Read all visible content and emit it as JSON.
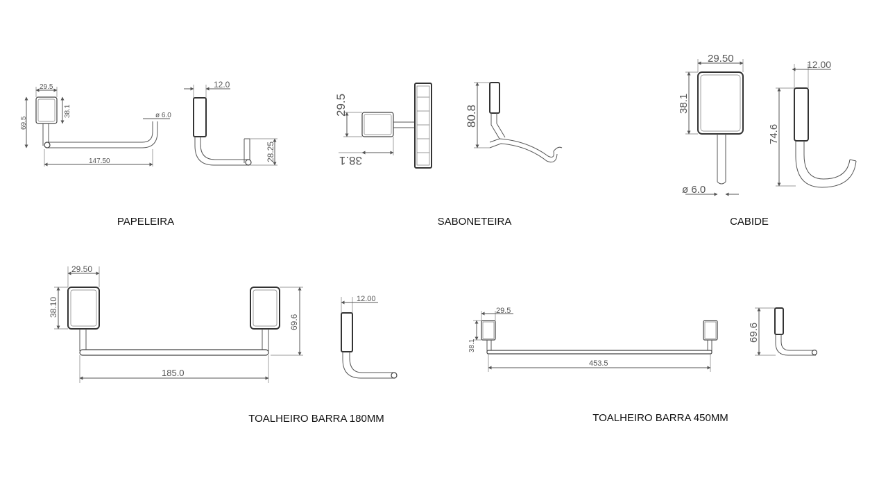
{
  "captions": {
    "papeleira": "PAPELEIRA",
    "saboneteira": "SABONETEIRA",
    "cabide": "CABIDE",
    "toalheiro_180": "TOALHEIRO BARRA 180MM",
    "toalheiro_450": "TOALHEIRO BARRA 450MM"
  },
  "dims": {
    "papeleira": {
      "width": "29.5",
      "height_base": "38.1",
      "height_total": "69.5",
      "diameter": "ø 6.0",
      "length": "147.50",
      "depth": "12.0",
      "drop": "28.25"
    },
    "saboneteira": {
      "height": "29.5",
      "width": "38.1",
      "depth": "80.8"
    },
    "cabide": {
      "width": "29.50",
      "height": "38.1",
      "depth": "12.00",
      "total": "74.6",
      "diameter": "ø  6.0"
    },
    "toalheiro_180": {
      "width": "29.50",
      "height": "38.10",
      "total": "69.6",
      "length": "185.0",
      "depth": "12.00"
    },
    "toalheiro_450": {
      "width": "29.5",
      "height": "38.1",
      "length": "453.5",
      "total": "69.6"
    }
  },
  "colors": {
    "line": "#555555",
    "caption": "#111111",
    "background": "#ffffff"
  }
}
